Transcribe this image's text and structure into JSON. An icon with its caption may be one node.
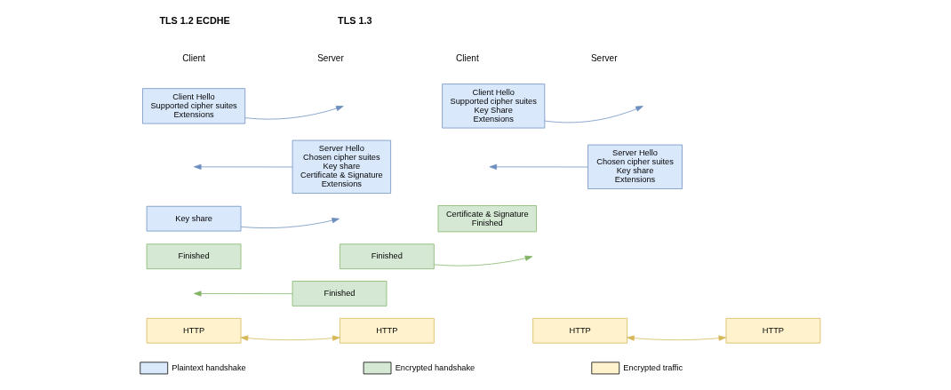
{
  "diagram": {
    "nodes": [
      {
        "text": [
          "Client Hello",
          "Supported cipher suites",
          "Extensions"
        ]
      },
      {
        "text": [
          "Server Hello",
          "Chosen cipher suites",
          "Key share",
          "Certificate & Signature",
          "Extensions"
        ]
      },
      {
        "text": [
          "Key share"
        ]
      },
      {
        "text": [
          "Finished"
        ]
      },
      {
        "text": [
          "Finished"
        ]
      },
      {
        "text": [
          "HTTP"
        ]
      },
      {
        "text": [
          "HTTP"
        ]
      },
      {
        "text": [
          "Client Hello",
          "Supported cipher suites",
          "Key Share",
          "Extensions"
        ]
      },
      {
        "text": [
          "Server Hello",
          "Chosen cipher suites",
          "Key share",
          "Extensions"
        ]
      },
      {
        "text": [
          "Certificate & Signature",
          "Finished"
        ]
      },
      {
        "text": [
          "Finished"
        ]
      },
      {
        "text": [
          "HTTP"
        ]
      },
      {
        "text": [
          "HTTP"
        ]
      }
    ],
    "edges": [
      {
        "from": 0,
        "to": null,
        "arrow": "to"
      },
      {
        "from": 1,
        "to": null,
        "arrow": "to"
      },
      {
        "from": 2,
        "to": null,
        "arrow": "to"
      },
      {
        "from": 4,
        "to": null,
        "arrow": "to",
        "color": "#82b366"
      },
      {
        "from": 5,
        "to": 6,
        "arrow": "both",
        "color": "#d6b656"
      },
      {
        "from": 7,
        "to": null,
        "arrow": "to"
      },
      {
        "from": 8,
        "to": null,
        "arrow": "to"
      },
      {
        "from": 10,
        "to": null,
        "arrow": "to",
        "color": "#82b366"
      },
      {
        "from": 11,
        "to": 12,
        "arrow": "both",
        "color": "#d6b656"
      }
    ],
    "labels": [
      "TLS 1.2 ECDHE",
      "TLS 1.3",
      "Client",
      "Server",
      "Client",
      "Server"
    ],
    "legend": [
      {
        "text": "Plaintext handshake",
        "color": "#dae8fc"
      },
      {
        "text": "Encrypted handshake",
        "color": "#d5e8d4"
      },
      {
        "text": "Encrypted traffic",
        "color": "#fff2cc"
      }
    ]
  }
}
